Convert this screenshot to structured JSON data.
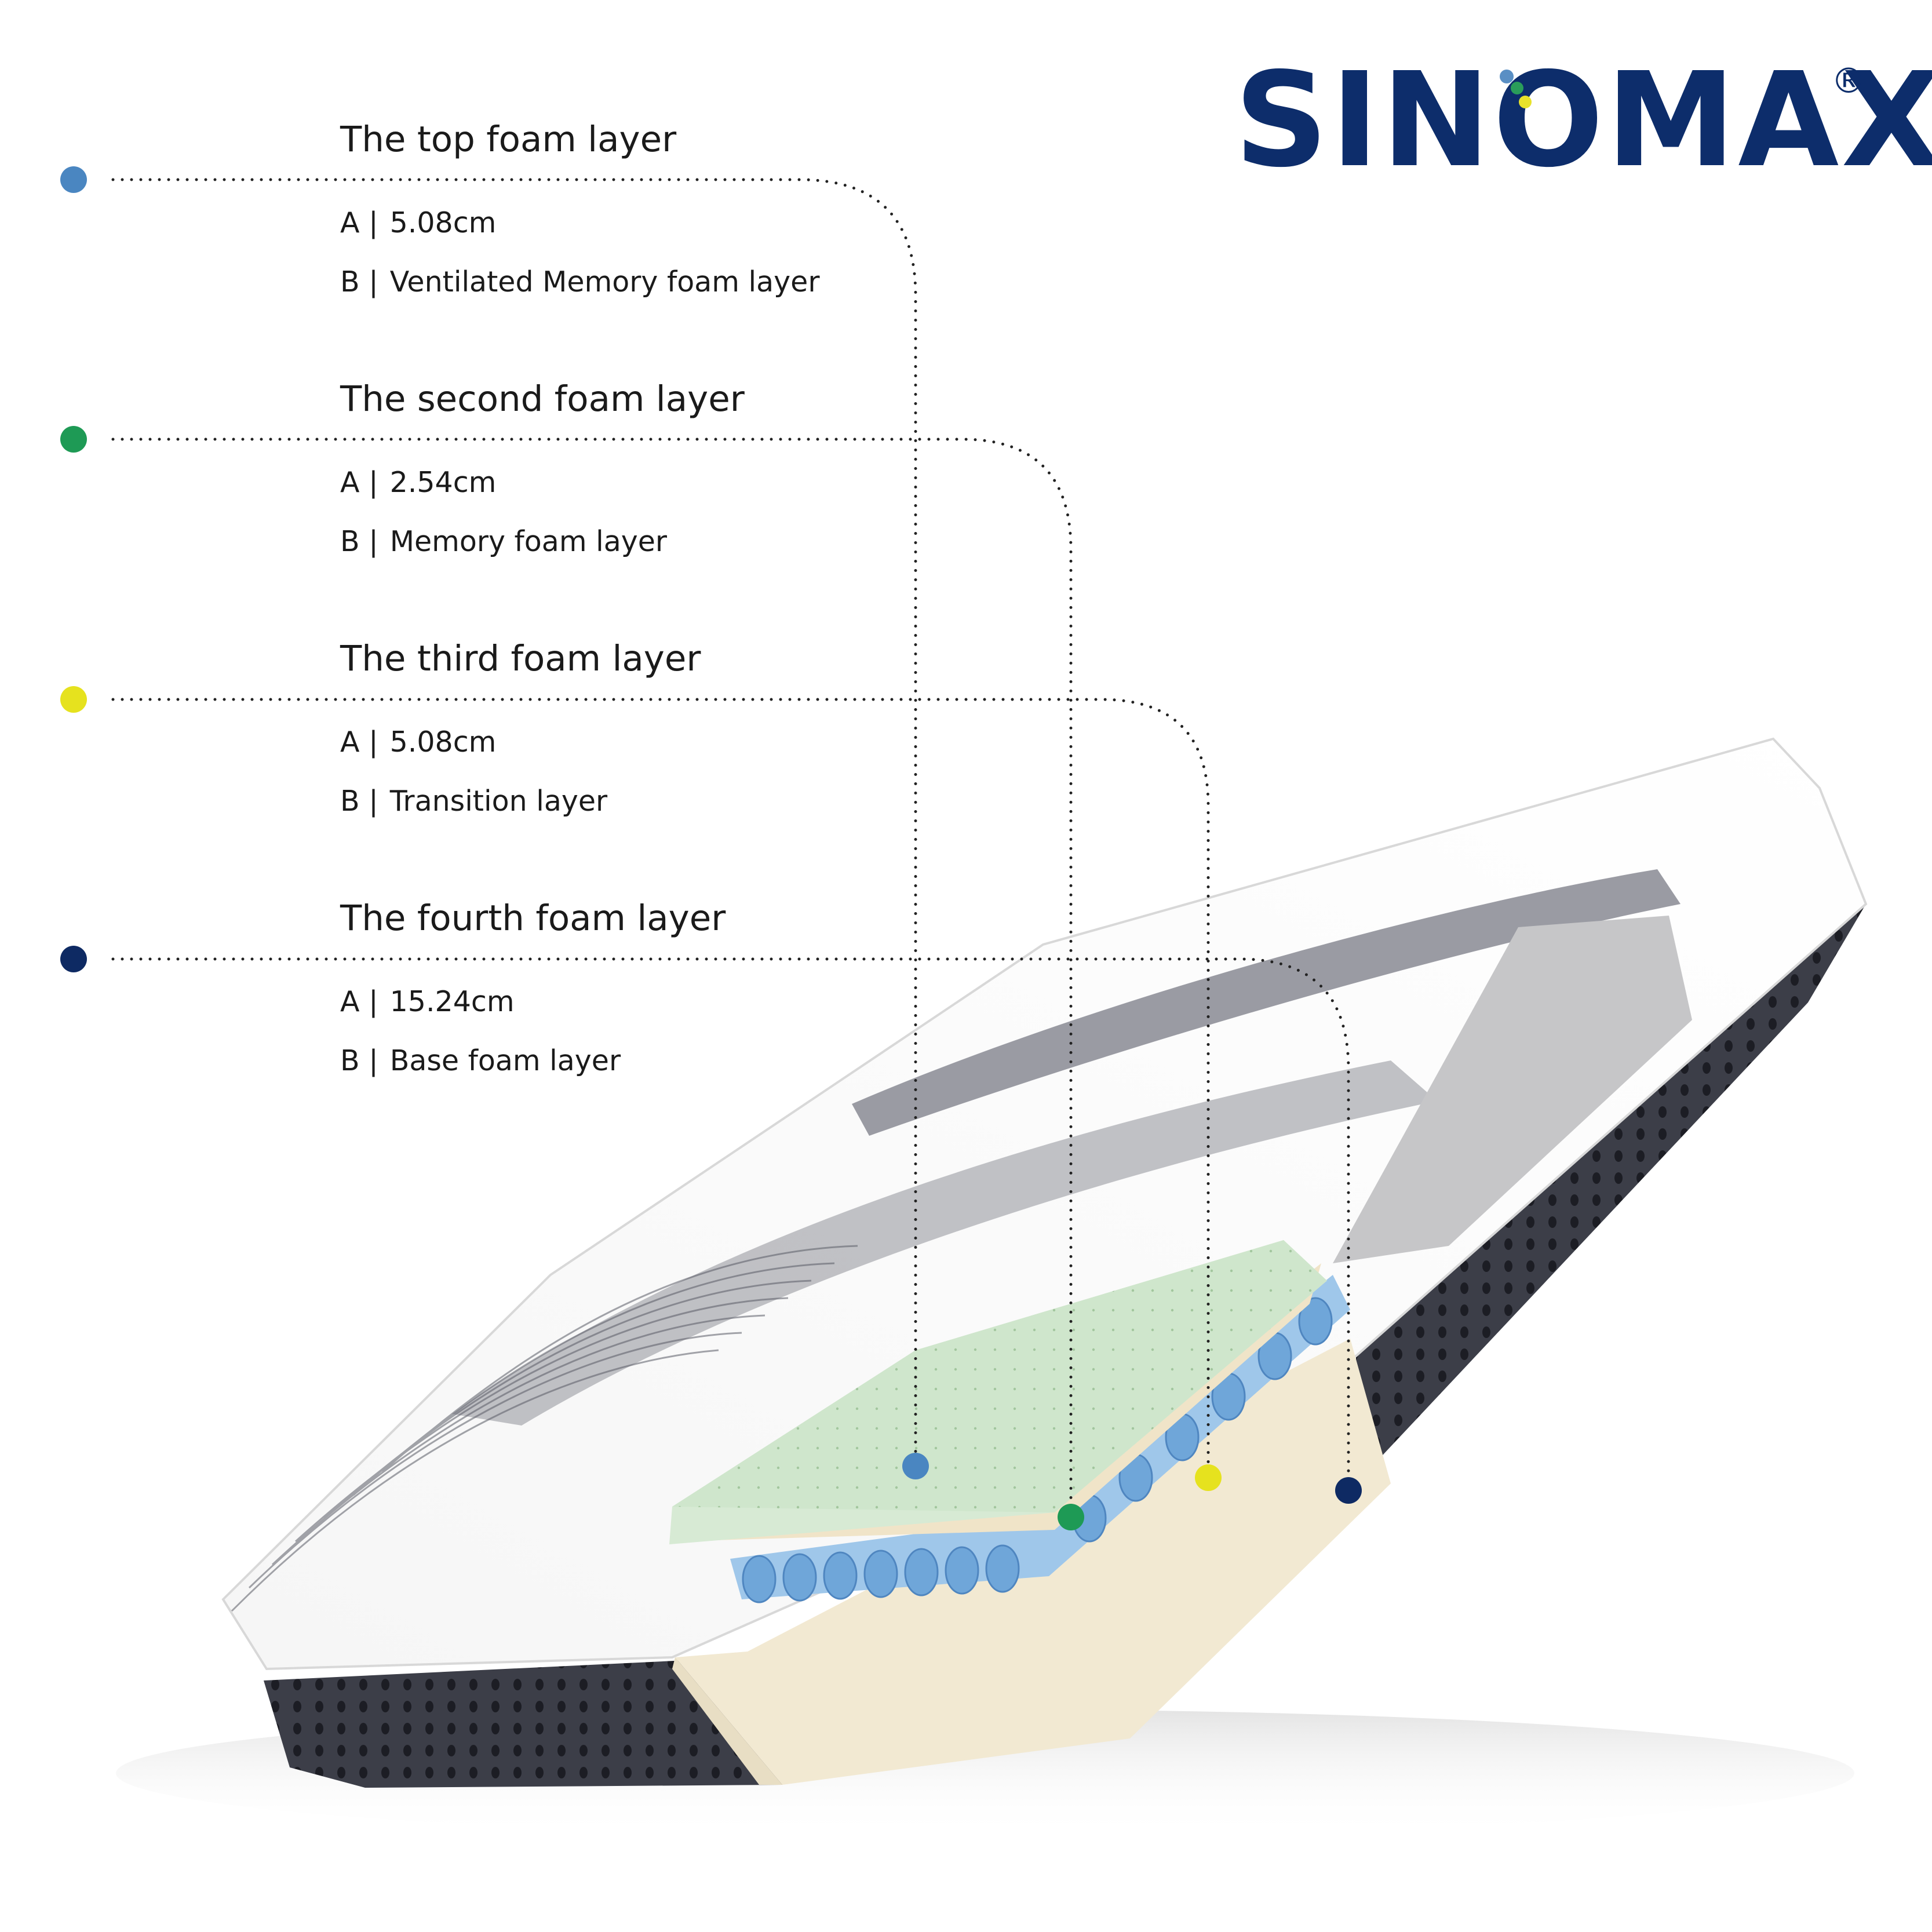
{
  "brand": {
    "logo_text": "SINOMAX",
    "registered_mark": "®",
    "logo_color": "#0d2d6b",
    "logo_dot_colors": [
      "#5a8fc4",
      "#2a9d5a",
      "#e8e22a"
    ]
  },
  "layers": [
    {
      "title": "The top foam layer",
      "specs": [
        {
          "key": "A |",
          "value": "5.08cm"
        },
        {
          "key": "B |",
          "value": "Ventilated Memory foam layer"
        }
      ],
      "marker_color": "#4a86c1"
    },
    {
      "title": "The second foam layer",
      "specs": [
        {
          "key": "A |",
          "value": "2.54cm"
        },
        {
          "key": "B |",
          "value": "Memory foam layer"
        }
      ],
      "marker_color": "#1e9a55"
    },
    {
      "title": "The third foam layer",
      "specs": [
        {
          "key": "A |",
          "value": "5.08cm"
        },
        {
          "key": "B |",
          "value": "Transition layer"
        }
      ],
      "marker_color": "#e6e21e"
    },
    {
      "title": "The fourth foam layer",
      "specs": [
        {
          "key": "A |",
          "value": "15.24cm"
        },
        {
          "key": "B |",
          "value": "Base foam layer"
        }
      ],
      "marker_color": "#0e2a63"
    }
  ]
}
